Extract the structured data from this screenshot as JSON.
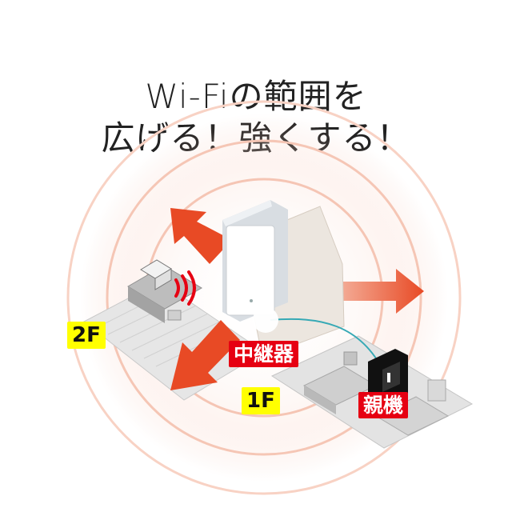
{
  "headline": {
    "line1": "Wi-Fiの範囲を",
    "line2": "広げる！強くする！"
  },
  "labels": {
    "floor_2": "2F",
    "floor_1": "1F",
    "repeater": "中継器",
    "router": "親機"
  },
  "icons": {
    "repeater": "wifi-repeater-device-icon",
    "router": "wifi-router-icon",
    "laptop": "laptop-icon",
    "signal": "wifi-signal-icon",
    "arrows": "signal-expansion-arrow-icon"
  },
  "colors": {
    "text": "#222222",
    "floor_badge": "#ffff00",
    "device_badge": "#e60012",
    "arrow": "#e84a25",
    "ring": "#f3b9a6",
    "link_line": "#36a9b5"
  }
}
